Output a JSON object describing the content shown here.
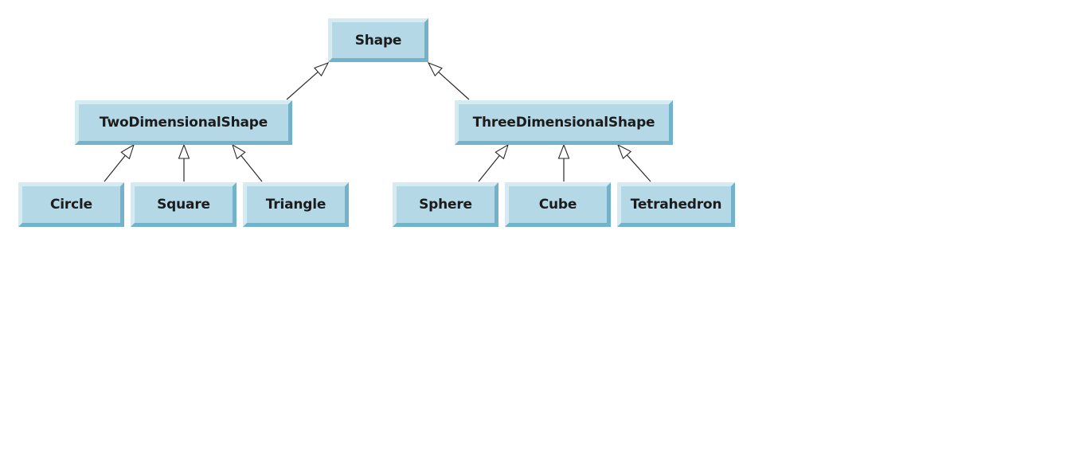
{
  "diagram": {
    "type": "class-inheritance-hierarchy",
    "colors": {
      "box_fill": "#b4d8e5",
      "box_highlight": "#d5eaf1",
      "box_shadow": "#72b3cb",
      "text": "#1c1c1c",
      "connector": "#2a2a2a"
    },
    "nodes": {
      "shape": "Shape",
      "two_dimensional_shape": "TwoDimensionalShape",
      "three_dimensional_shape": "ThreeDimensionalShape",
      "circle": "Circle",
      "square": "Square",
      "triangle": "Triangle",
      "sphere": "Sphere",
      "cube": "Cube",
      "tetrahedron": "Tetrahedron"
    },
    "edges": [
      {
        "from": "two_dimensional_shape",
        "to": "shape",
        "relation": "inherits"
      },
      {
        "from": "three_dimensional_shape",
        "to": "shape",
        "relation": "inherits"
      },
      {
        "from": "circle",
        "to": "two_dimensional_shape",
        "relation": "inherits"
      },
      {
        "from": "square",
        "to": "two_dimensional_shape",
        "relation": "inherits"
      },
      {
        "from": "triangle",
        "to": "two_dimensional_shape",
        "relation": "inherits"
      },
      {
        "from": "sphere",
        "to": "three_dimensional_shape",
        "relation": "inherits"
      },
      {
        "from": "cube",
        "to": "three_dimensional_shape",
        "relation": "inherits"
      },
      {
        "from": "tetrahedron",
        "to": "three_dimensional_shape",
        "relation": "inherits"
      }
    ]
  }
}
